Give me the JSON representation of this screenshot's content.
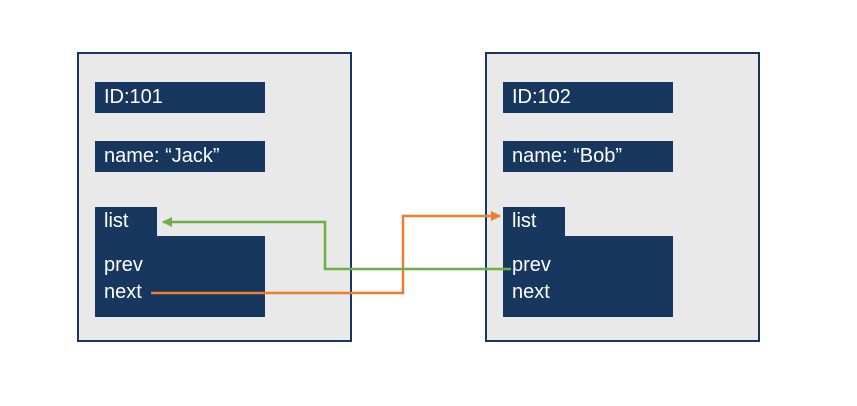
{
  "diagram": {
    "colors": {
      "node_fill": "#e9e9e9",
      "node_border": "#17375e",
      "field_fill": "#17375e",
      "field_text": "#ffffff"
    },
    "nodes": [
      {
        "id_label": "ID:101",
        "name_label": "name:  “Jack”",
        "list_label": "list",
        "prev_label": "prev",
        "next_label": "next"
      },
      {
        "id_label": "ID:102",
        "name_label": "name:  “Bob”",
        "list_label": "list",
        "prev_label": "prev",
        "next_label": "next"
      }
    ],
    "arrows": [
      {
        "id": "next-pointer",
        "from": "node1.next",
        "to": "node2.list",
        "color": "#ed7d31"
      },
      {
        "id": "prev-pointer",
        "from": "node2.prev",
        "to": "node1.list",
        "color": "#70ad47"
      }
    ]
  }
}
